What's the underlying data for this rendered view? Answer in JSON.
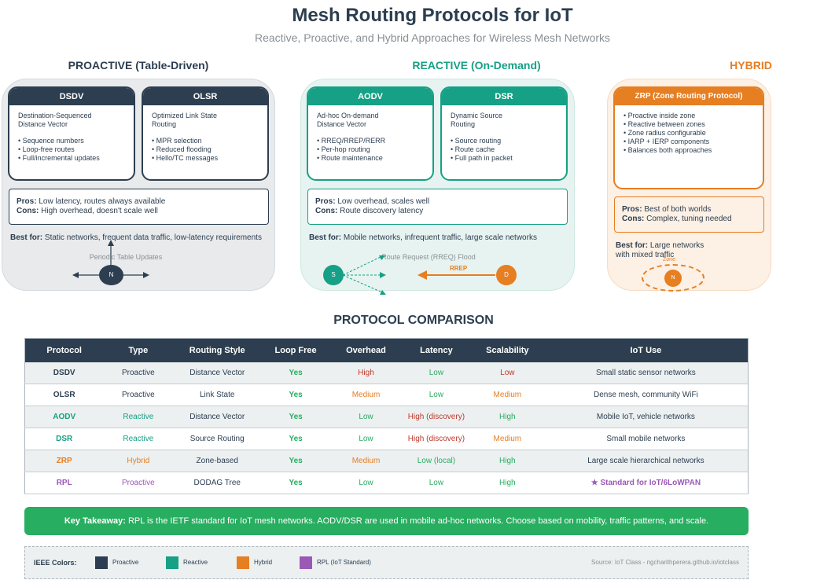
{
  "header": {
    "title": "Mesh Routing Protocols for IoT",
    "subtitle": "Reactive, Proactive, and Hybrid Approaches for Wireless Mesh Networks"
  },
  "colors": {
    "proactive": "#2c3e50",
    "reactive": "#16a085",
    "hybrid": "#e67e22",
    "rpl": "#9b59b6",
    "takeaway": "#27ae60",
    "good": "#27ae60",
    "warn": "#e67e22",
    "bad": "#c0392b"
  },
  "proactive": {
    "heading": "PROACTIVE (Table-Driven)",
    "cards": [
      {
        "name": "DSDV",
        "desc1": "Destination-Sequenced",
        "desc2": "Distance Vector",
        "items": [
          "Sequence numbers",
          "Loop-free routes",
          "Full/incremental updates"
        ]
      },
      {
        "name": "OLSR",
        "desc1": "Optimized Link State",
        "desc2": "Routing",
        "items": [
          "MPR selection",
          "Reduced flooding",
          "Hello/TC messages"
        ]
      }
    ],
    "pros_label": "Pros:",
    "pros": "Low latency, routes always available",
    "cons_label": "Cons:",
    "cons": "High overhead, doesn't scale well",
    "best_label": "Best for:",
    "best": "Static networks, frequent data traffic, low-latency requirements",
    "flow_label": "Periodic Table Updates",
    "node_label": "N"
  },
  "reactive": {
    "heading": "REACTIVE (On-Demand)",
    "cards": [
      {
        "name": "AODV",
        "desc1": "Ad-hoc On-demand",
        "desc2": "Distance Vector",
        "items": [
          "RREQ/RREP/RERR",
          "Per-hop routing",
          "Route maintenance"
        ]
      },
      {
        "name": "DSR",
        "desc1": "Dynamic Source",
        "desc2": "Routing",
        "items": [
          "Source routing",
          "Route cache",
          "Full path in packet"
        ]
      }
    ],
    "pros_label": "Pros:",
    "pros": "Low overhead, scales well",
    "cons_label": "Cons:",
    "cons": "Route discovery latency",
    "best_label": "Best for:",
    "best": "Mobile networks, infrequent traffic, large scale networks",
    "flow_label": "Route Request (RREQ) Flood",
    "rrep_label": "RREP",
    "source_label": "S",
    "dest_label": "D"
  },
  "hybrid": {
    "heading": "HYBRID",
    "card": {
      "name": "ZRP (Zone Routing Protocol)",
      "items": [
        "Proactive inside zone",
        "Reactive between zones",
        "Zone radius configurable",
        "IARP + IERP components",
        "Balances both approaches"
      ]
    },
    "pros_label": "Pros:",
    "pros": "Best of both worlds",
    "cons_label": "Cons:",
    "cons": "Complex, tuning needed",
    "best_label": "Best for:",
    "best1": "Large networks",
    "best2": "with mixed traffic",
    "zone_label": "Zone",
    "node_label": "N"
  },
  "comparison": {
    "heading": "PROTOCOL COMPARISON",
    "columns": [
      "Protocol",
      "Type",
      "Routing Style",
      "Loop Free",
      "Overhead",
      "Latency",
      "Scalability",
      "IoT Use"
    ],
    "rows": [
      {
        "protocol": "DSDV",
        "type": "Proactive",
        "style": "Distance Vector",
        "loop": "Yes",
        "overhead": "High",
        "latency": "Low",
        "scalability": "Low",
        "use": "Small static sensor networks"
      },
      {
        "protocol": "OLSR",
        "type": "Proactive",
        "style": "Link State",
        "loop": "Yes",
        "overhead": "Medium",
        "latency": "Low",
        "scalability": "Medium",
        "use": "Dense mesh, community WiFi"
      },
      {
        "protocol": "AODV",
        "type": "Reactive",
        "style": "Distance Vector",
        "loop": "Yes",
        "overhead": "Low",
        "latency": "High (discovery)",
        "scalability": "High",
        "use": "Mobile IoT, vehicle networks"
      },
      {
        "protocol": "DSR",
        "type": "Reactive",
        "style": "Source Routing",
        "loop": "Yes",
        "overhead": "Low",
        "latency": "High (discovery)",
        "scalability": "Medium",
        "use": "Small mobile networks"
      },
      {
        "protocol": "ZRP",
        "type": "Hybrid",
        "style": "Zone-based",
        "loop": "Yes",
        "overhead": "Medium",
        "latency": "Low (local)",
        "scalability": "High",
        "use": "Large scale hierarchical networks"
      },
      {
        "protocol": "RPL",
        "type": "Proactive",
        "style": "DODAG Tree",
        "loop": "Yes",
        "overhead": "Low",
        "latency": "Low",
        "scalability": "High",
        "use": "★ Standard for IoT/6LoWPAN"
      }
    ]
  },
  "takeaway": {
    "label": "Key Takeaway:",
    "text": " RPL is the IETF standard for IoT mesh networks. AODV/DSR are used in mobile ad-hoc networks. Choose based on mobility, traffic patterns, and scale."
  },
  "legend": {
    "title": "IEEE Colors:",
    "items": [
      "Proactive",
      "Reactive",
      "Hybrid",
      "RPL (IoT Standard)"
    ],
    "source": "Source: IoT Class - ngcharithperera.github.io/iotclass"
  }
}
